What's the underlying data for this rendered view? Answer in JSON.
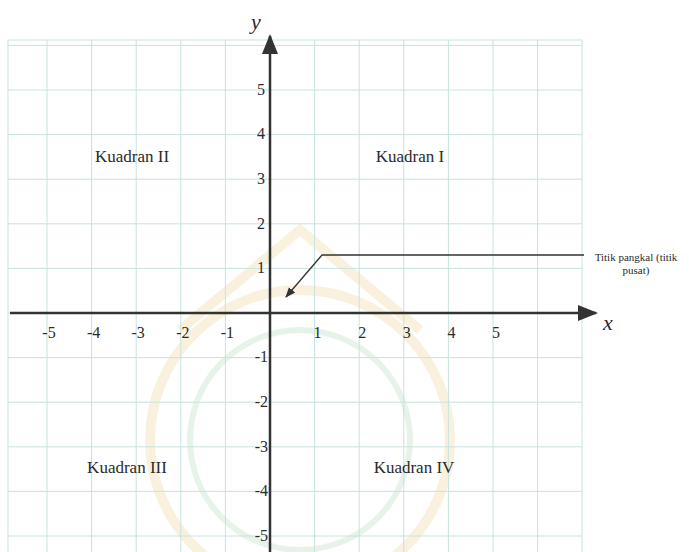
{
  "diagram": {
    "labels": [
      "y",
      "5",
      "4",
      "3",
      "2",
      "1",
      "Kuadran II",
      "Kuadran I",
      "Titik pangkal (titik pusat)",
      "x",
      "-5",
      "-4",
      "-3",
      "-2",
      "-1",
      "1",
      "2",
      "3",
      "4",
      "5",
      "-1",
      "-2",
      "-3",
      "-4",
      "-5",
      "Kuadran III",
      "Kuadran IV"
    ]
  }
}
